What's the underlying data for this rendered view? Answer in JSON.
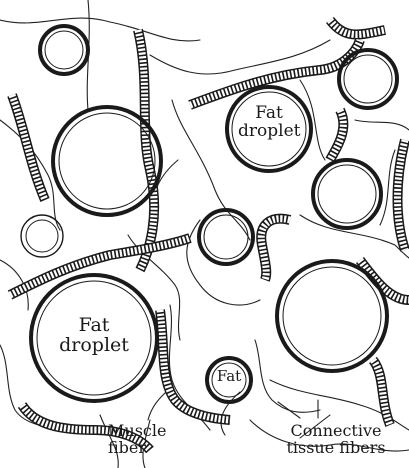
{
  "labels": {
    "fat_droplet_upper": [
      "Fat",
      "droplet"
    ],
    "fat_droplet_lower": [
      "Fat",
      "droplet"
    ],
    "fat_small": "Fat",
    "muscle_fiber": [
      "Muscle",
      "fiber"
    ],
    "connective_tissue": [
      "Connective",
      "tissue fibers"
    ]
  }
}
